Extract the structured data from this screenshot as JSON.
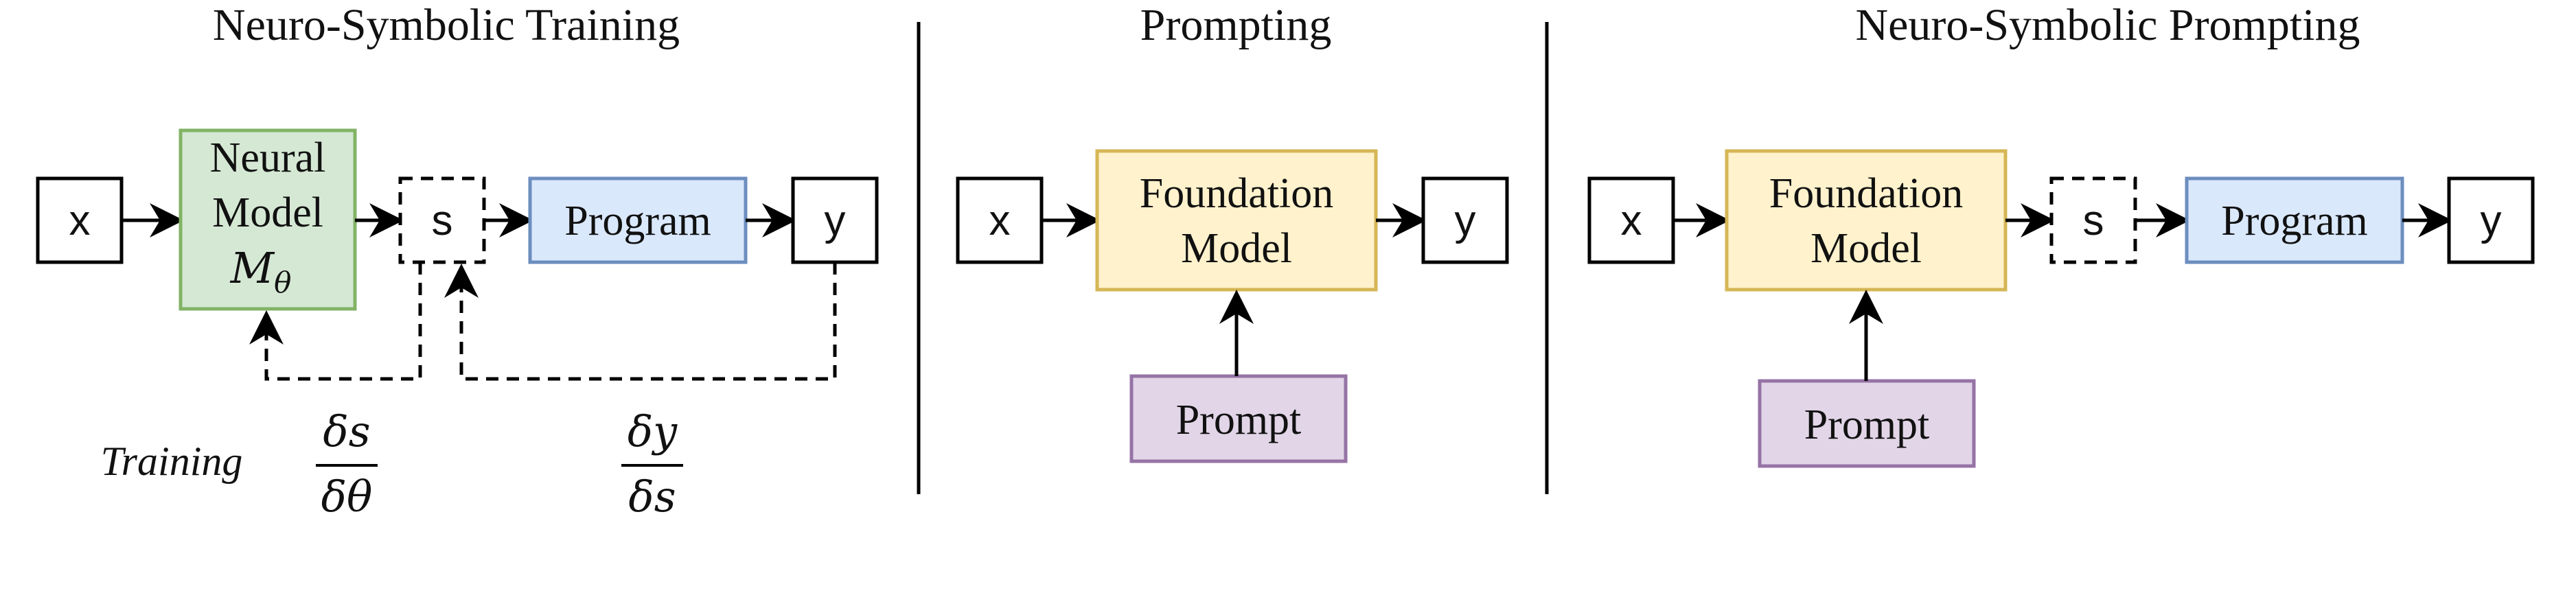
{
  "panels": {
    "training": {
      "title": "Neuro-Symbolic Training",
      "input": "x",
      "neural_model": {
        "line1": "Neural",
        "line2": "Model",
        "symbol": "M",
        "subscript": "θ"
      },
      "symbols": "s",
      "program": "Program",
      "output": "y",
      "training_label": "Training",
      "grad_s": {
        "numerator": "δs",
        "denominator": "δθ"
      },
      "grad_y": {
        "numerator": "δy",
        "denominator": "δs"
      }
    },
    "prompting": {
      "title": "Prompting",
      "input": "x",
      "foundation_model": {
        "line1": "Foundation",
        "line2": "Model"
      },
      "output": "y",
      "prompt": "Prompt"
    },
    "ns_prompting": {
      "title": "Neuro-Symbolic Prompting",
      "input": "x",
      "foundation_model": {
        "line1": "Foundation",
        "line2": "Model"
      },
      "symbols": "s",
      "program": "Program",
      "output": "y",
      "prompt": "Prompt"
    }
  },
  "colors": {
    "neural_fill": "#d5e8d4",
    "neural_stroke": "#82b366",
    "program_fill": "#dae8fc",
    "program_stroke": "#6c8ebf",
    "foundation_fill": "#fff2cc",
    "foundation_stroke": "#d6b656",
    "prompt_fill": "#e1d5e7",
    "prompt_stroke": "#9673a6",
    "line": "#000000"
  }
}
